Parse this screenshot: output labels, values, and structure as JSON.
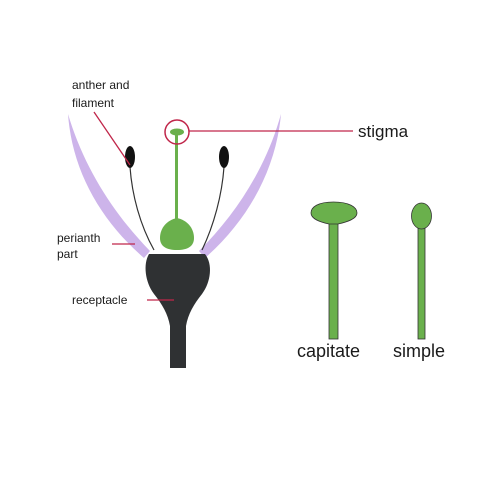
{
  "labels": {
    "anther_line1": "anther and",
    "anther_line2": "filament",
    "stigma": "stigma",
    "perianth_line1": "perianth",
    "perianth_line2": "part",
    "receptacle": "receptacle",
    "capitate": "capitate",
    "simple": "simple"
  },
  "colors": {
    "perianth": "#cdb4ea",
    "pistil": "#6ab04c",
    "receptacle": "#2f3133",
    "anther": "#111111",
    "filament": "#333333",
    "leader": "#c0264a"
  }
}
